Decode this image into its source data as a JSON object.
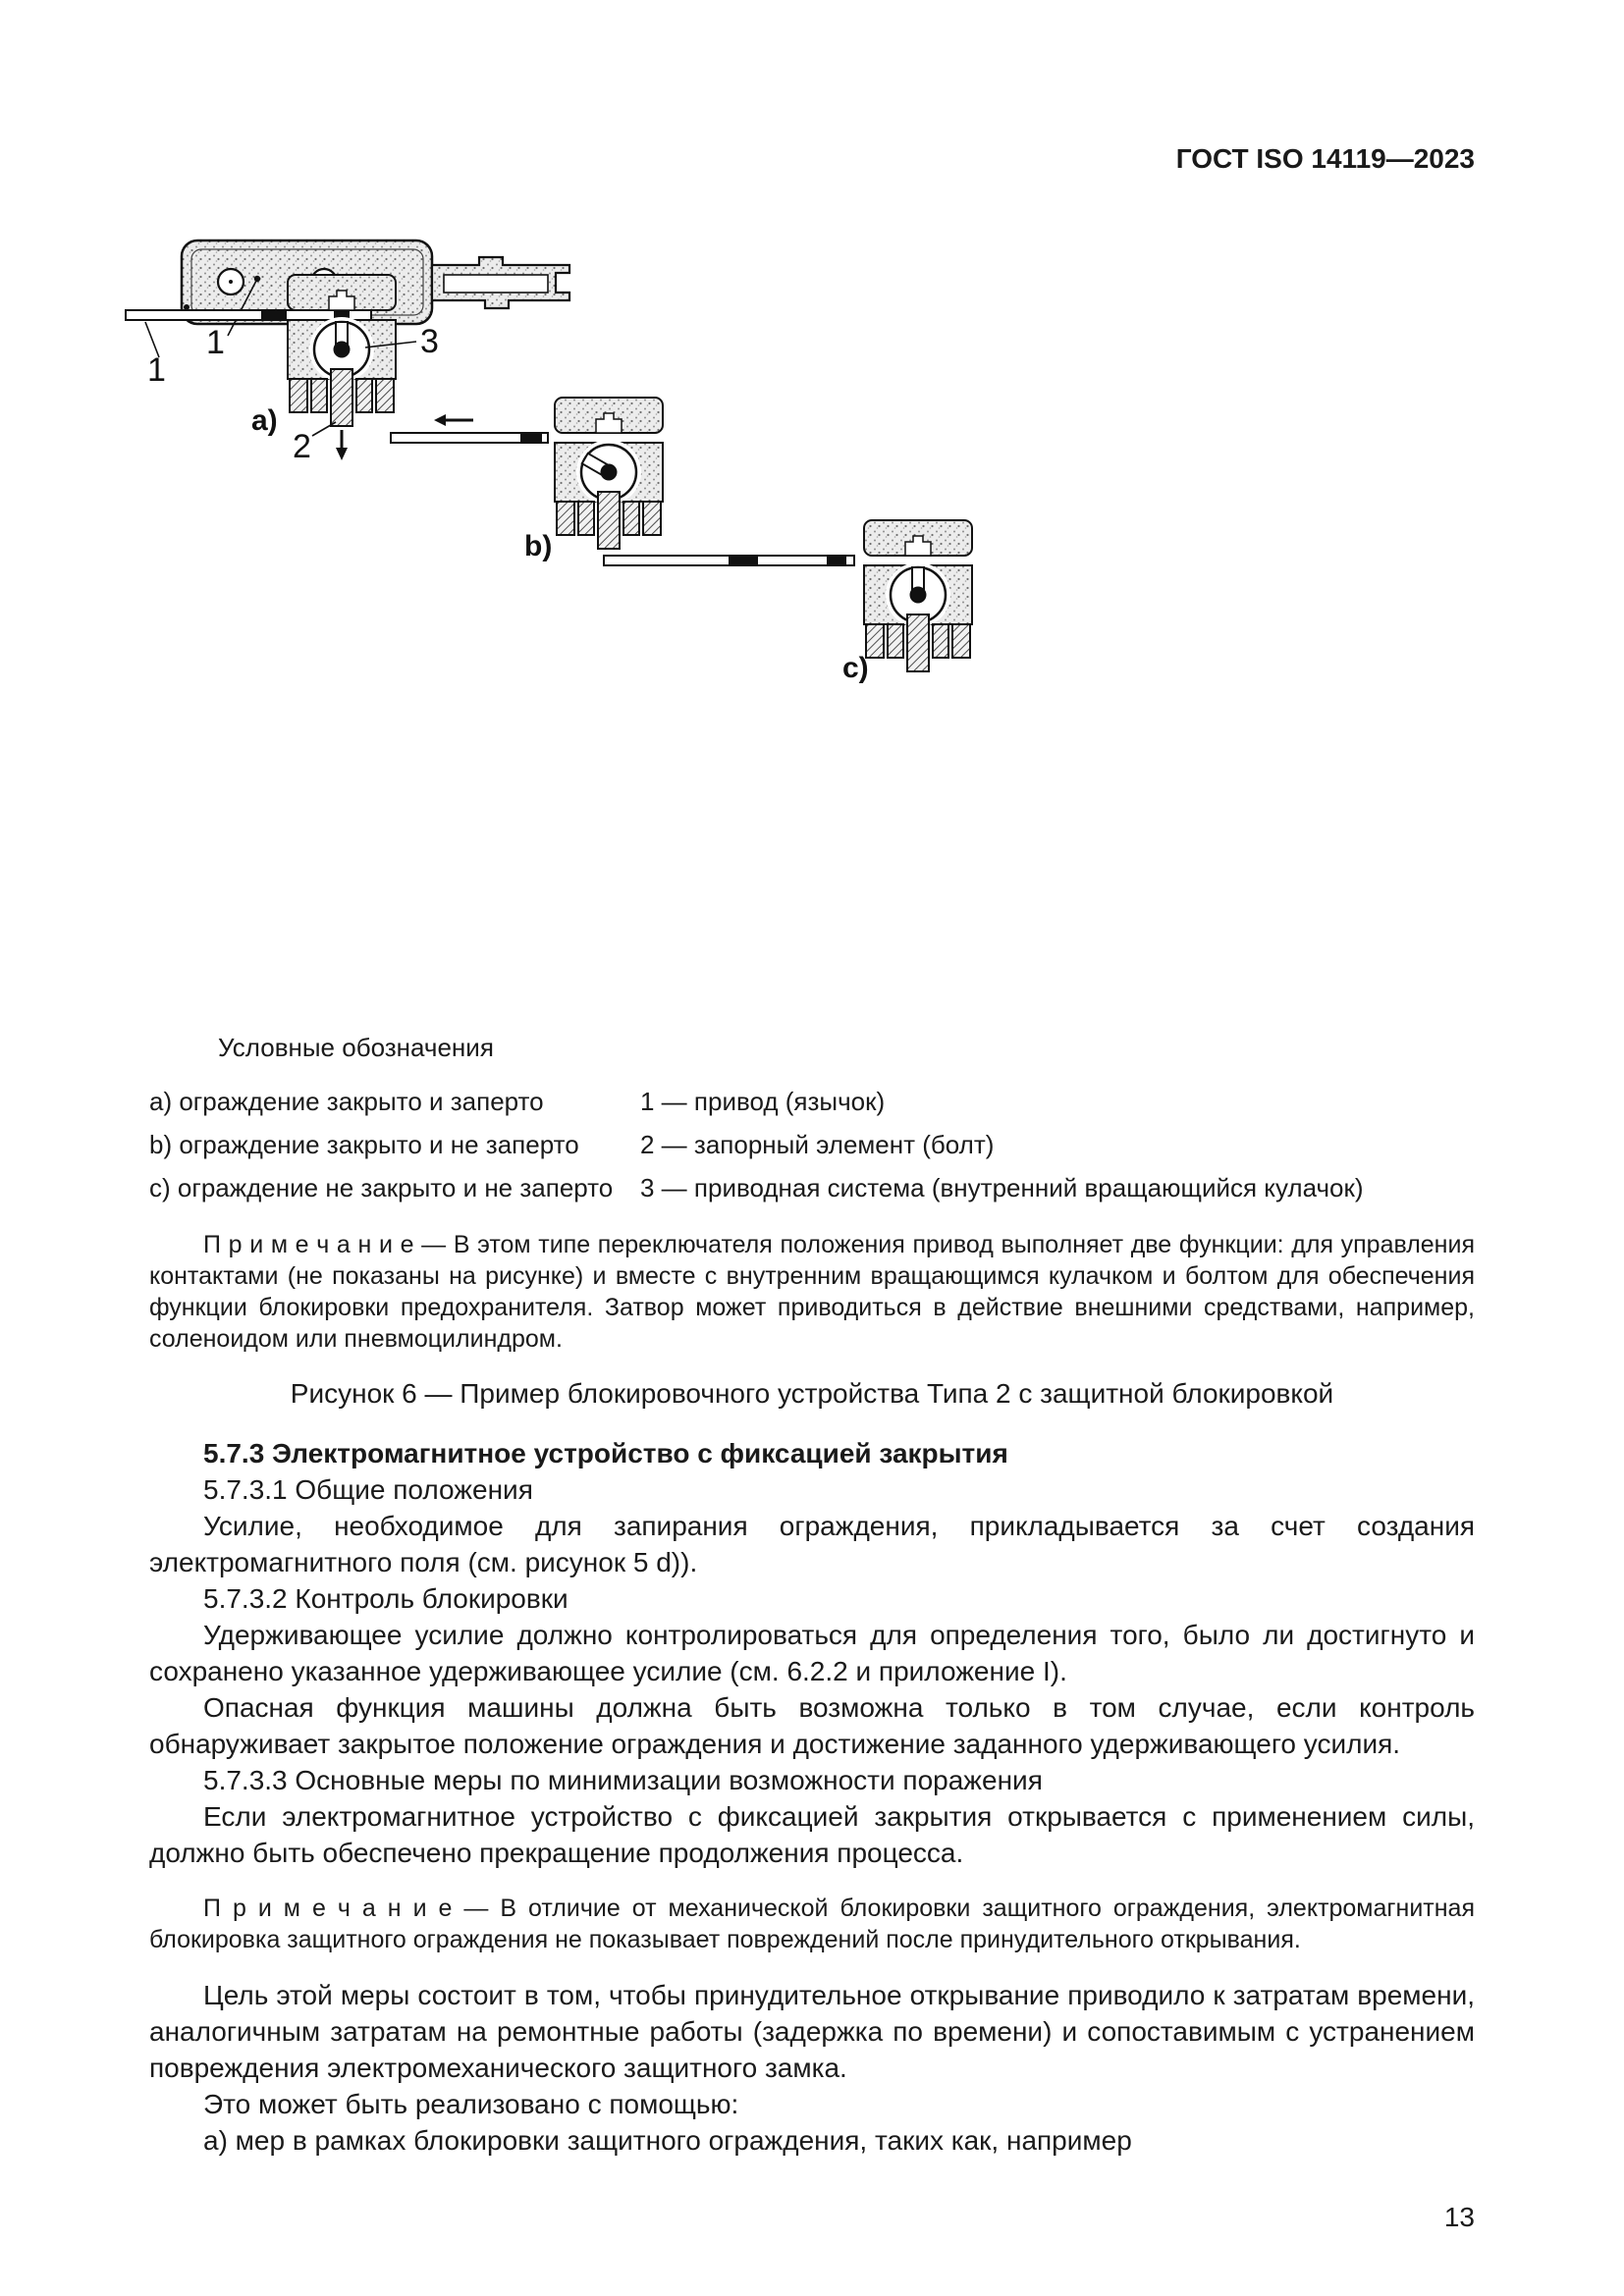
{
  "page": {
    "header": "ГОСТ ISO 14119—2023",
    "number": "13"
  },
  "figure": {
    "callouts": {
      "one_top": "1",
      "one_a": "1",
      "two": "2",
      "three": "3"
    },
    "sub_labels": {
      "a": "a)",
      "b": "b)",
      "c": "c)"
    },
    "legend_title": "Условные обозначения",
    "legend": [
      {
        "left": "a) ограждение закрыто и заперто",
        "right": "1 — привод (язычок)"
      },
      {
        "left": "b) ограждение закрыто и не заперто",
        "right": "2 — запорный элемент (болт)"
      },
      {
        "left": "c) ограждение не закрыто и не заперто",
        "right": "3 — приводная система (внутренний вращающийся кулачок)"
      }
    ],
    "note": "П р и м е ч а н и е — В этом типе переключателя положения привод выполняет две функции: для управления контактами (не показаны на рисунке) и вместе с внутренним вращающимся кулачком и болтом для обеспечения функции блокировки предохранителя. Затвор может приводиться в действие внешними средствами, например, соленоидом или пневмоцилиндром.",
    "caption": "Рисунок 6 — Пример блокировочного устройства Типа 2 с защитной блокировкой"
  },
  "content": {
    "h_573": "5.7.3 Электромагнитное устройство с фиксацией закрытия",
    "h_5731": "5.7.3.1 Общие положения",
    "p1": "Усилие, необходимое для запирания ограждения, прикладывается за счет создания электромагнитного поля (см. рисунок 5 d)).",
    "h_5732": "5.7.3.2 Контроль блокировки",
    "p2": "Удерживающее усилие должно контролироваться для определения того, было ли достигнуто и сохранено указанное удерживающее усилие (см. 6.2.2 и приложение I).",
    "p3": "Опасная функция машины должна быть возможна только в том случае, если контроль обнаруживает закрытое положение ограждения и достижение заданного удерживающего усилия.",
    "h_5733": "5.7.3.3 Основные меры по минимизации возможности поражения",
    "p4": "Если электромагнитное устройство с фиксацией закрытия открывается с применением силы, должно быть обеспечено прекращение продолжения процесса.",
    "note2": "П р и м е ч а н и е — В отличие от механической блокировки защитного ограждения, электромагнитная блокировка защитного ограждения не показывает повреждений после принудительного открывания.",
    "p5": "Цель этой меры состоит в том, чтобы принудительное открывание приводило к затратам времени, аналогичным затратам на ремонтные работы (задержка по времени) и сопоставимым с устранением повреждения электромеханического защитного замка.",
    "p6": "Это может быть реализовано с помощью:",
    "p7": "а) мер в рамках блокировки защитного ограждения, таких как, например"
  }
}
